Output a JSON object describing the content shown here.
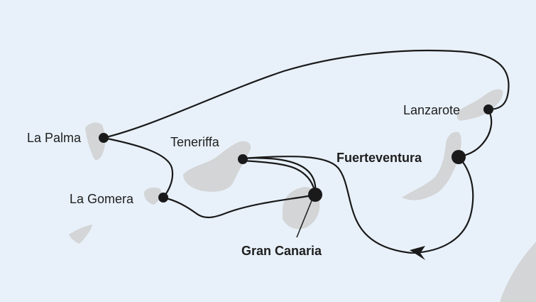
{
  "colors": {
    "sea": "#e8f1fa",
    "land": "#d3d5d6",
    "route": "#1a1a1a",
    "text": "#1e1e1e"
  },
  "ports": {
    "la_palma": "La Palma",
    "la_gomera": "La Gomera",
    "teneriffa": "Teneriffa",
    "gran_canaria": "Gran Canaria",
    "fuerteventura": "Fuerteventura",
    "lanzarote": "Lanzarote"
  },
  "markers": {
    "arrow": "route-direction-arrow"
  }
}
